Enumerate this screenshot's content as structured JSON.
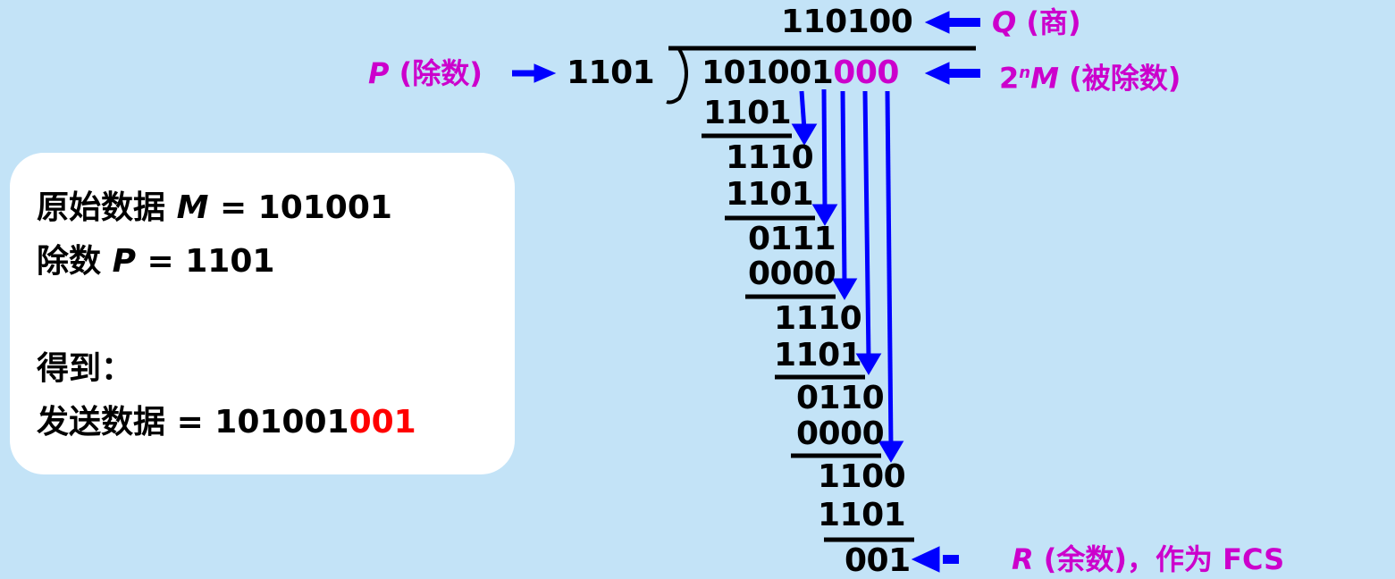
{
  "colors": {
    "background": "#C3E3F7",
    "accent_magenta": "#CC00CC",
    "arrow_blue": "#0000FF",
    "highlight_red": "#FF0000",
    "card": "#FFFFFF"
  },
  "division": {
    "quotient": "110100",
    "divisor": "1101",
    "dividend_main": "101001",
    "dividend_padding": "000",
    "steps": [
      {
        "value": "1101",
        "underline": true
      },
      {
        "value": "1110",
        "underline": false
      },
      {
        "value": "1101",
        "underline": true
      },
      {
        "value": "0111",
        "underline": false
      },
      {
        "value": "0000",
        "underline": true
      },
      {
        "value": "1110",
        "underline": false
      },
      {
        "value": "1101",
        "underline": true
      },
      {
        "value": "0110",
        "underline": false
      },
      {
        "value": "0000",
        "underline": true
      },
      {
        "value": "1100",
        "underline": false
      },
      {
        "value": "1101",
        "underline": true
      },
      {
        "value": "001",
        "underline": false
      }
    ]
  },
  "annotations": {
    "quotient": {
      "symbol": "Q",
      "text": "(商)"
    },
    "divisor": {
      "symbol": "P",
      "text": "(除数)"
    },
    "dividend": {
      "prefix": "2",
      "superscript": "n",
      "symbol": "M",
      "text": "(被除数)"
    },
    "remainder": {
      "symbol": "R",
      "text": "(余数)，作为 FCS"
    }
  },
  "info_card": {
    "line1": {
      "label": "原始数据",
      "symbol": "M",
      "eq": "=",
      "value": "101001"
    },
    "line2": {
      "label": "除数",
      "symbol": "P",
      "eq": "=",
      "value": "1101"
    },
    "line3": {
      "label": "得到："
    },
    "line4": {
      "label": "发送数据",
      "eq": "=",
      "value_main": "101001",
      "value_fcs": "001"
    }
  }
}
